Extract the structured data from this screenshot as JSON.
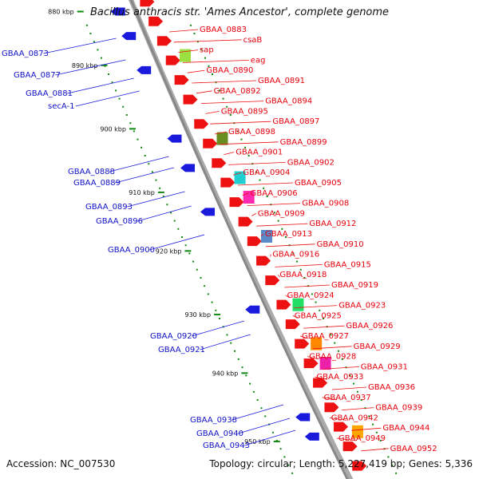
{
  "title": "Bacillus anthracis str. 'Ames Ancestor', complete genome",
  "accession": "Accession: NC_007530",
  "topology": "Topology: circular; Length: 5,227,419 bp; Genes: 5,336",
  "colors": {
    "forward_gene": "#ee1111",
    "reverse_gene": "#1a1add",
    "backbone": "#888888",
    "tick": "#118811"
  },
  "ticks": [
    "880 kbp",
    "890 kbp",
    "900 kbp",
    "910 kbp",
    "920 kbp",
    "930 kbp",
    "940 kbp",
    "950 kbp"
  ],
  "forward_labels": [
    "GBAA_0883",
    "csaB",
    "sap",
    "eag",
    "GBAA_0890",
    "GBAA_0891",
    "GBAA_0892",
    "GBAA_0894",
    "GBAA_0895",
    "GBAA_0897",
    "GBAA_0898",
    "GBAA_0899",
    "GBAA_0901",
    "GBAA_0902",
    "GBAA_0904",
    "GBAA_0905",
    "GBAA_0906",
    "GBAA_0908",
    "GBAA_0909",
    "GBAA_0912",
    "GBAA_0913",
    "GBAA_0910",
    "GBAA_0916",
    "GBAA_0915",
    "GBAA_0918",
    "GBAA_0919",
    "GBAA_0924",
    "GBAA_0923",
    "GBAA_0925",
    "GBAA_0926",
    "GBAA_0927",
    "GBAA_0929",
    "GBAA_0928",
    "GBAA_0931",
    "GBAA_0933",
    "GBAA_0936",
    "GBAA_0937",
    "GBAA_0939",
    "GBAA_0942",
    "GBAA_0944",
    "GBAA_0949",
    "GBAA_0952"
  ],
  "reverse_labels": [
    "GBAA_0873",
    "GBAA_0877",
    "GBAA_0881",
    "secA-1",
    "GBAA_0888",
    "GBAA_0889",
    "GBAA_0893",
    "GBAA_0896",
    "GBAA_0900",
    "GBAA_0920",
    "GBAA_0921",
    "GBAA_0938",
    "GBAA_0940",
    "GBAA_0943"
  ]
}
